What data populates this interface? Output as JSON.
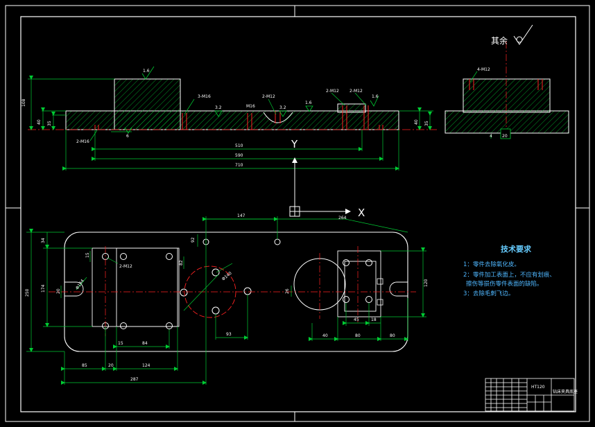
{
  "roughness": {
    "main_label": "其余"
  },
  "front_view": {
    "height_total": "108",
    "height_base_left": "40",
    "height_step_left": "35",
    "height_base_right": "40",
    "height_step_right": "35",
    "len_510": "510",
    "len_590": "590",
    "len_710": "710",
    "dim_6": "6",
    "holes_2m16": "2-M16",
    "holes_3m16": "3-M16",
    "hole_m16": "M16",
    "holes_2m12_a": "2-M12",
    "holes_2m12_b": "2-M12",
    "holes_2m12_c": "2-M12",
    "rough_16_a": "1.6",
    "rough_16_b": "1.6",
    "rough_16_c": "1.6",
    "rough_32_a": "3.2",
    "rough_32_b": "3.2"
  },
  "side_view": {
    "holes_4m12": "4-M12",
    "dim_4": "4",
    "dim_20": "20"
  },
  "axes": {
    "x_label": "X",
    "y_label": "Y"
  },
  "top_view": {
    "dim_34": "34",
    "dim_174": "174",
    "dim_250": "250",
    "dim_20v": "20",
    "dim_15": "15",
    "dim_82": "82",
    "dim_92": "92",
    "dim_147": "147",
    "dim_264": "264",
    "dim_26": "26",
    "dim_120": "120",
    "dim_45": "45",
    "dim_18": "18",
    "dim_40": "40",
    "dim_80a": "80",
    "dim_80b": "80",
    "dim_93": "93",
    "dim_15h": "15",
    "dim_84": "84",
    "dim_85": "85",
    "dim_20h": "20",
    "dim_124": "124",
    "dim_287": "287",
    "holes_2m12": "2-M12",
    "phi_140": "Φ140",
    "phi_144": "Φ144"
  },
  "tech_req": {
    "title": "技术要求",
    "items": [
      "1：零件去除氧化皮。",
      "2：零件加工表面上，不应有划痕、",
      "擦伤等损伤零件表面的缺陷。",
      "3：去除毛刺飞边。"
    ]
  },
  "title_block": {
    "material": "HT120",
    "part_name": "钻床夹具底座"
  },
  "colors": {
    "background": "#000000",
    "outline": "#ffffff",
    "dimension": "#00cc33",
    "centerline": "#ff2222",
    "hatch": "#00cc33",
    "text_tech": "#4fb7ff"
  }
}
